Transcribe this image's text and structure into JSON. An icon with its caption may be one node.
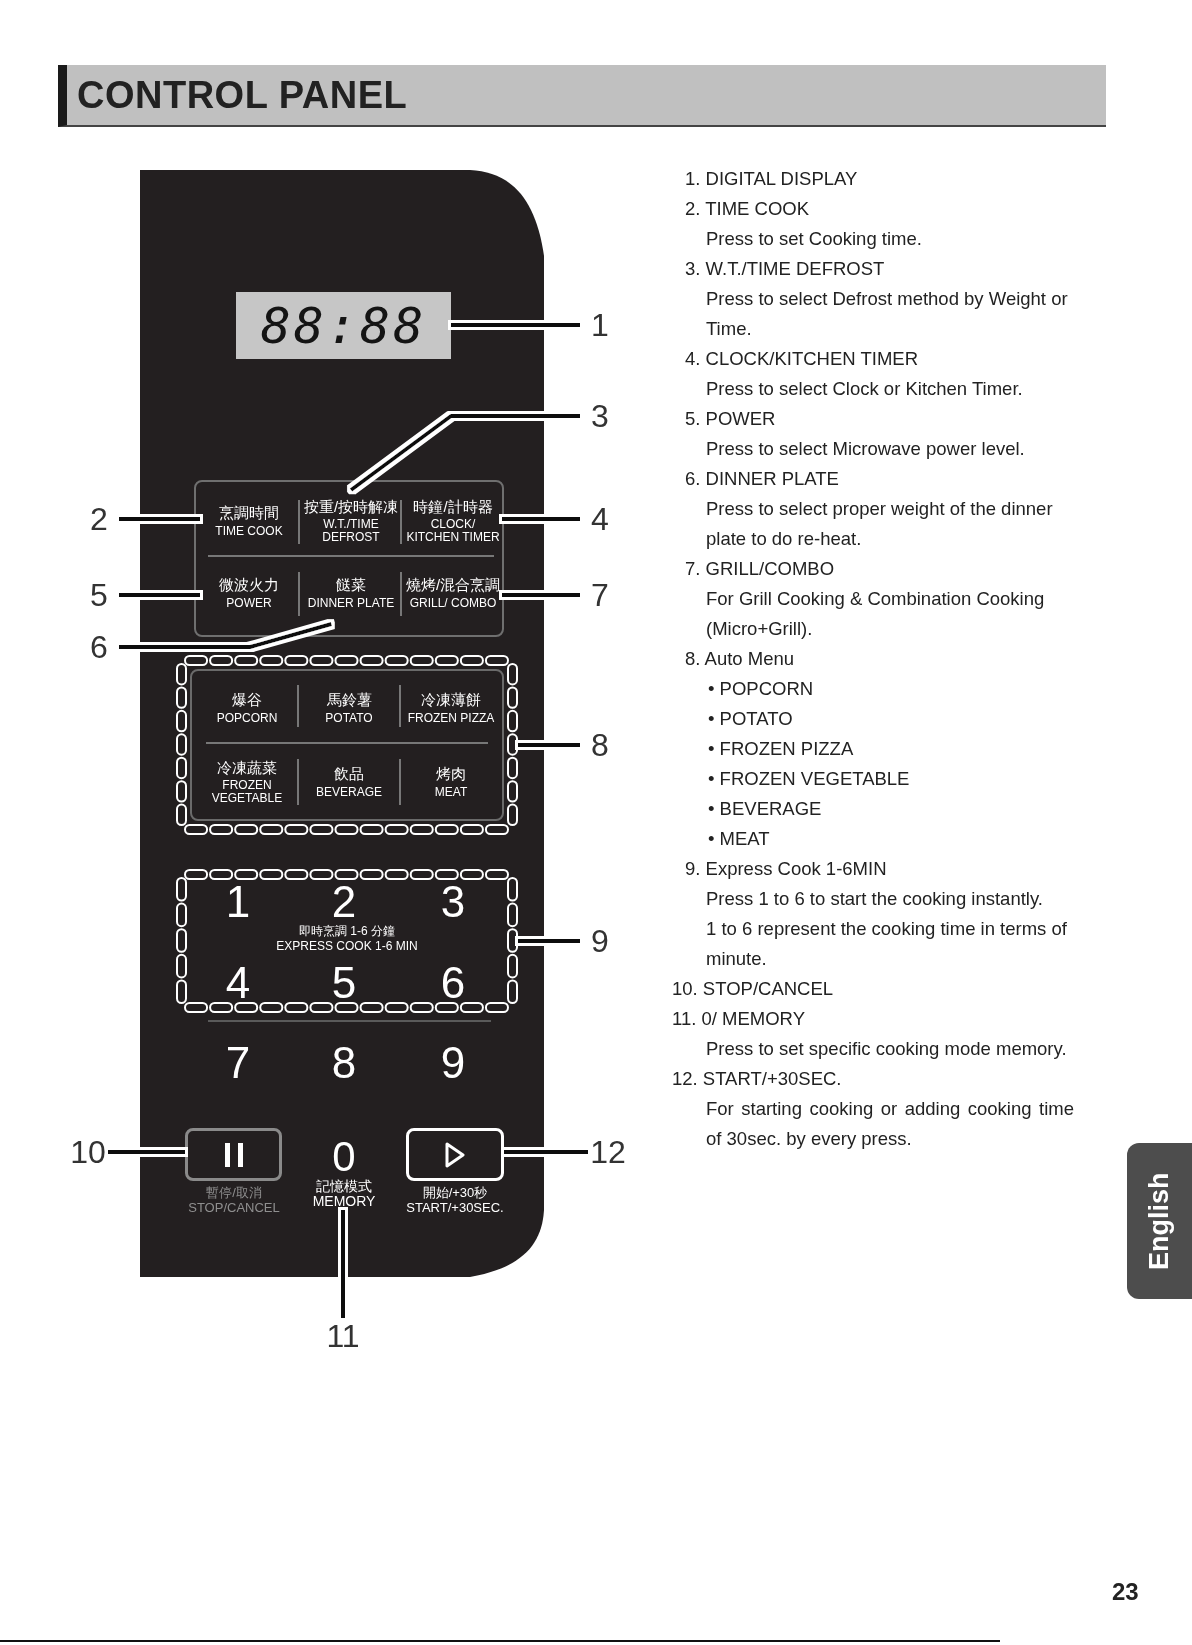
{
  "diagram": {
    "title": "CONTROL PANEL",
    "nodes": [
      {
        "text": [],
        "shape": "box"
      },
      {
        "text": [
          "88:88"
        ],
        "in": 0
      },
      {
        "text": [],
        "shape": "box",
        "in": 0
      },
      {
        "text": [
          "烹調時間",
          "TIME COOK"
        ],
        "in": 2
      },
      {
        "text": [
          "按重/按時解凍",
          "W.T./TIME DEFROST"
        ],
        "in": 2
      },
      {
        "text": [
          "時鐘/計時器",
          "CLOCK/ KITCHEN TIMER"
        ],
        "in": 2
      },
      {
        "text": [
          "微波火力",
          "POWER"
        ],
        "in": 2
      },
      {
        "text": [
          "餸菜",
          "DINNER PLATE"
        ],
        "in": 2
      },
      {
        "text": [
          "燒烤/混合烹調",
          "GRILL/ COMBO"
        ],
        "in": 2
      },
      {
        "text": [],
        "shape": "box",
        "in": 0
      },
      {
        "text": [
          "爆谷",
          "POPCORN"
        ],
        "in": 9
      },
      {
        "text": [
          "馬鈴薯",
          "POTATO"
        ],
        "in": 9
      },
      {
        "text": [
          "冷凍薄餅",
          "FROZEN PIZZA"
        ],
        "in": 9
      },
      {
        "text": [
          "冷凍蔬菜",
          "FROZEN VEGETABLE"
        ],
        "in": 9
      },
      {
        "text": [
          "飲品",
          "BEVERAGE"
        ],
        "in": 9
      },
      {
        "text": [
          "烤肉",
          "MEAT"
        ],
        "in": 9
      },
      {
        "text": [
          "即時烹調 1-6 分鐘",
          "EXPRESS COOK 1-6 MIN"
        ],
        "in": 0
      },
      {
        "text": [
          "1"
        ],
        "in": 16
      },
      {
        "text": [
          "2"
        ],
        "in": 16
      },
      {
        "text": [
          "3"
        ],
        "in": 16
      },
      {
        "text": [
          "4"
        ],
        "in": 16
      },
      {
        "text": [
          "5"
        ],
        "in": 16
      },
      {
        "text": [
          "6"
        ],
        "in": 16
      },
      {
        "text": [
          "7"
        ],
        "in": 0
      },
      {
        "text": [
          "8"
        ],
        "in": 0
      },
      {
        "text": [
          "9"
        ],
        "in": 0
      },
      {
        "text": [],
        "shape": "box",
        "beside": [
          "暫停/取消",
          "STOP/CANCEL"
        ],
        "in": 0
      },
      {
        "text": [
          "0",
          "記憶模式",
          "MEMORY"
        ],
        "in": 0
      },
      {
        "text": [],
        "shape": "box",
        "beside": [
          "開始/+30秒",
          "START/+30SEC."
        ],
        "in": 0
      },
      {
        "text": [
          "1"
        ]
      },
      {
        "text": [
          "3"
        ]
      },
      {
        "text": [
          "2"
        ]
      },
      {
        "text": [
          "4"
        ]
      },
      {
        "text": [
          "5"
        ]
      },
      {
        "text": [
          "7"
        ]
      },
      {
        "text": [
          "6"
        ]
      },
      {
        "text": [
          "8"
        ]
      },
      {
        "text": [
          "9"
        ]
      },
      {
        "text": [
          "10"
        ]
      },
      {
        "text": [
          "12"
        ]
      },
      {
        "text": [
          "11"
        ]
      }
    ],
    "edges": [
      {
        "from": 29,
        "to": 1,
        "arrow": "none"
      },
      {
        "from": 30,
        "to": 4,
        "arrow": "none"
      },
      {
        "from": 31,
        "to": 3,
        "arrow": "none"
      },
      {
        "from": 32,
        "to": 5,
        "arrow": "none"
      },
      {
        "from": 33,
        "to": 6,
        "arrow": "none"
      },
      {
        "from": 34,
        "to": 8,
        "arrow": "none"
      },
      {
        "from": 35,
        "to": 7,
        "arrow": "none"
      },
      {
        "from": 36,
        "to": 9,
        "arrow": "none"
      },
      {
        "from": 37,
        "to": 16,
        "arrow": "none"
      },
      {
        "from": 38,
        "to": 26,
        "arrow": "none"
      },
      {
        "from": 39,
        "to": 28,
        "arrow": "none"
      },
      {
        "from": 40,
        "to": 27,
        "arrow": "none"
      }
    ],
    "labels": [
      "1. DIGITAL DISPLAY",
      "2. TIME COOK",
      "Press to set Cooking time.",
      "3. W.T./TIME DEFROST",
      "Press to select Defrost method by Weight or Time.",
      "4. CLOCK/KITCHEN TIMER",
      "Press to select Clock or Kitchen Timer.",
      "5. POWER",
      "Press to select Microwave power level.",
      "6. DINNER PLATE",
      "Press to select proper weight of the dinner plate to do re-heat.",
      "7. GRILL/COMBO",
      "For Grill Cooking & Combination Cooking (Micro+Grill).",
      "8. Auto Menu",
      "• POPCORN",
      "• POTATO",
      "• FROZEN PIZZA",
      "• FROZEN VEGETABLE",
      "• BEVERAGE",
      "• MEAT",
      "9. Express Cook 1-6MIN",
      "Press 1 to 6 to start the cooking instantly.",
      "1 to 6 represent the cooking time in terms of minute.",
      "10. STOP/CANCEL",
      "11. 0/ MEMORY",
      "Press to set specific cooking mode memory.",
      "12. START/+30SEC.",
      "For starting cooking or adding cooking time of 30sec. by every press.",
      "English",
      "23"
    ]
  }
}
